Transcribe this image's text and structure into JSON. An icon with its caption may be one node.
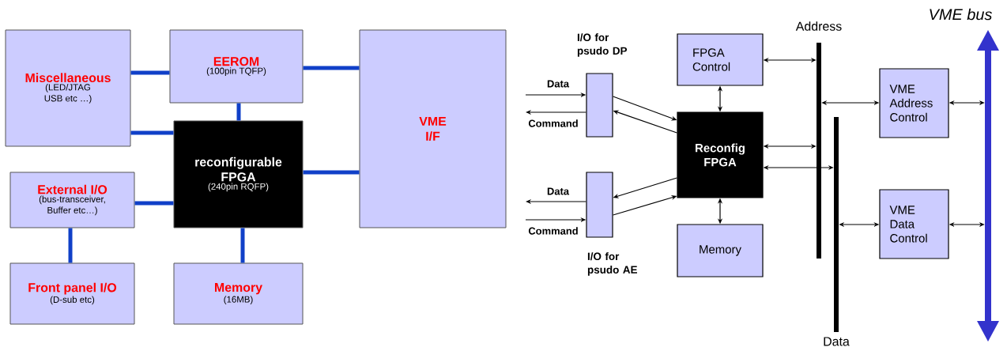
{
  "diagram": {
    "nodes": [
      {
        "text": [
          "Miscellaneous",
          "(LED/JTAG USB etc …)"
        ]
      },
      {
        "text": [
          "EEROM",
          "(100pin TQFP)"
        ]
      },
      {
        "text": [
          "VME I/F"
        ]
      },
      {
        "text": [
          "reconfigurable FPGA",
          "(240pin RQFP)"
        ]
      },
      {
        "text": [
          "External I/O",
          "(bus-transceiver, Buffer etc…)"
        ]
      },
      {
        "text": [
          "Front panel I/O",
          "(D-sub etc)"
        ]
      },
      {
        "text": [
          "Memory",
          "(16MB)"
        ]
      },
      {
        "text": [
          "I/O for psudo DP"
        ]
      },
      {
        "text": [
          "I/O for psudo AE"
        ]
      },
      {
        "text": [
          "FPGA Control"
        ]
      },
      {
        "text": [
          "Reconfig FPGA"
        ]
      },
      {
        "text": [
          "Memory"
        ]
      },
      {
        "text": [
          "Address"
        ]
      },
      {
        "text": [
          "Data"
        ]
      },
      {
        "text": [
          "VME Address Control"
        ]
      },
      {
        "text": [
          "VME Data Control"
        ]
      },
      {
        "text": [
          "VME bus"
        ]
      }
    ],
    "edges": [
      {
        "from": 0,
        "to": 1,
        "arrow": "none",
        "style": "thick",
        "color": "#1040c8"
      },
      {
        "from": 0,
        "to": 3,
        "arrow": "none",
        "style": "thick",
        "color": "#1040c8"
      },
      {
        "from": 1,
        "to": 3,
        "arrow": "none",
        "style": "thick",
        "color": "#1040c8"
      },
      {
        "from": 1,
        "to": 2,
        "arrow": "none",
        "style": "thick",
        "color": "#1040c8"
      },
      {
        "from": 3,
        "to": 2,
        "arrow": "none",
        "style": "thick",
        "color": "#1040c8"
      },
      {
        "from": 4,
        "to": 3,
        "arrow": "none",
        "style": "thick",
        "color": "#1040c8"
      },
      {
        "from": 4,
        "to": 5,
        "arrow": "none",
        "style": "thick",
        "color": "#1040c8"
      },
      {
        "from": 3,
        "to": 6,
        "arrow": "none",
        "style": "thick",
        "color": "#1040c8"
      },
      {
        "from": null,
        "to": 7,
        "arrow": "to",
        "label": "Data"
      },
      {
        "from": 7,
        "to": null,
        "arrow": "to",
        "label": "Command"
      },
      {
        "from": 7,
        "to": 10,
        "arrow": "to"
      },
      {
        "from": 10,
        "to": 7,
        "arrow": "to"
      },
      {
        "from": 8,
        "to": null,
        "arrow": "to",
        "label": "Data"
      },
      {
        "from": null,
        "to": 8,
        "arrow": "to",
        "label": "Command"
      },
      {
        "from": 10,
        "to": 8,
        "arrow": "to"
      },
      {
        "from": 8,
        "to": 10,
        "arrow": "to"
      },
      {
        "from": 9,
        "to": 10,
        "arrow": "both"
      },
      {
        "from": 10,
        "to": 11,
        "arrow": "both"
      },
      {
        "from": 9,
        "to": 12,
        "arrow": "both"
      },
      {
        "from": 10,
        "to": 12,
        "arrow": "both"
      },
      {
        "from": 10,
        "to": 13,
        "arrow": "both"
      },
      {
        "from": 12,
        "to": 14,
        "arrow": "both"
      },
      {
        "from": 13,
        "to": 15,
        "arrow": "both"
      },
      {
        "from": 14,
        "to": 16,
        "arrow": "both"
      },
      {
        "from": 15,
        "to": 16,
        "arrow": "both"
      }
    ]
  }
}
